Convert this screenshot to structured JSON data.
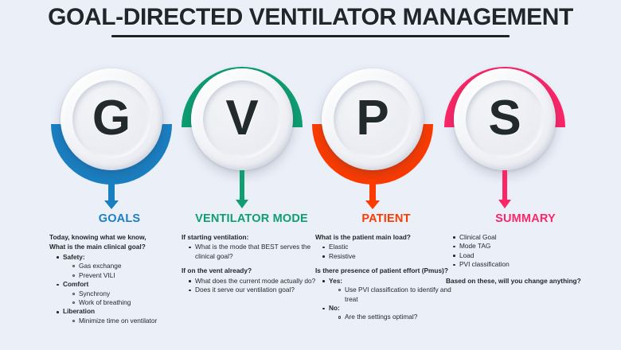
{
  "page": {
    "title": "GOAL-DIRECTED VENTILATOR MANAGEMENT",
    "background_color": "#EBEFF8"
  },
  "palette": {
    "blue": "#1A7FC1",
    "green": "#0E9E72",
    "orange": "#FB3B00",
    "pink": "#FB2668",
    "text_dark": "#22282D",
    "letter_dark": "#222A2C"
  },
  "badges": [
    {
      "letter": "G",
      "color": "#1A7FC1",
      "arc_position": "bottom",
      "arrow_style": "thick"
    },
    {
      "letter": "V",
      "color": "#0E9E72",
      "arc_position": "top",
      "arrow_style": "thin"
    },
    {
      "letter": "P",
      "color": "#FB3B00",
      "arc_position": "bottom",
      "arrow_style": "thick"
    },
    {
      "letter": "S",
      "color": "#FB2668",
      "arc_position": "top",
      "arrow_style": "thin"
    }
  ],
  "columns": [
    {
      "heading": "GOALS",
      "heading_color": "#1A7FC1",
      "lead1": "Today, knowing what we know,",
      "lead2": "What is the main clinical goal?",
      "items": [
        {
          "label": "Safety:",
          "subs": [
            "Gas exchange",
            "Prevent VILI"
          ]
        },
        {
          "label": "Comfort",
          "subs": [
            "Synchrony",
            "Work of breathing"
          ]
        },
        {
          "label": "Liberation",
          "subs": [
            "Minimize time on ventilator"
          ]
        }
      ]
    },
    {
      "heading": "VENTILATOR MODE",
      "heading_color": "#0E9E72",
      "lead1": "If starting ventilation:",
      "bullets1": [
        "What is the mode that BEST serves the clinical goal?"
      ],
      "lead2": "If on the vent already?",
      "bullets2": [
        "What does the current mode actually do?",
        "Does it serve our ventilation goal?"
      ]
    },
    {
      "heading": "PATIENT",
      "heading_color": "#FB3B00",
      "lead1": "What is the patient main load?",
      "bullets1": [
        "Elastic",
        "Resistive"
      ],
      "lead2": "Is there presence of patient effort (Pmus)?",
      "items": [
        {
          "label": "Yes:",
          "subs": [
            "Use PVI classification to identify and treat"
          ]
        },
        {
          "label": "No:",
          "subs": [
            "Are the settings optimal?"
          ]
        }
      ]
    },
    {
      "heading": "SUMMARY",
      "heading_color": "#FB2668",
      "bullets": [
        "Clinical Goal",
        "Mode TAG",
        "Load",
        "PVI classification"
      ],
      "closing": "Based on these, will you change anything?"
    }
  ]
}
